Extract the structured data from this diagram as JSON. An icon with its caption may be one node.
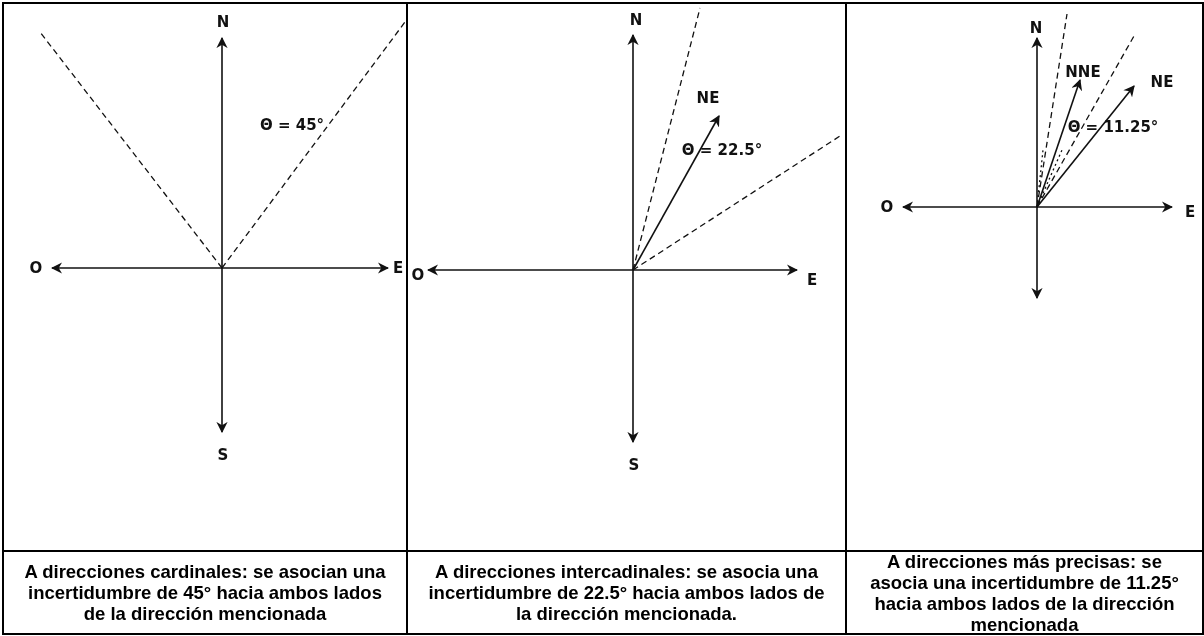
{
  "diagram": {
    "labels": [
      "N",
      "Θ = 45°",
      "O",
      "E",
      "S",
      "N",
      "NE",
      "Θ = 22.5°",
      "O",
      "E",
      "S",
      "N",
      "NNE",
      "NE",
      "Θ = 11.25°",
      "O",
      "E",
      "A direcciones cardinales: se asocian una incertidumbre de 45° hacia ambos lados de la dirección mencionada",
      "A direcciones intercadinales: se asocia una incertidumbre de 22.5° hacia ambos lados de la dirección mencionada.",
      "A direcciones más precisas: se asocia una incertidumbre de 11.25° hacia ambos lados de la dirección mencionada"
    ]
  }
}
